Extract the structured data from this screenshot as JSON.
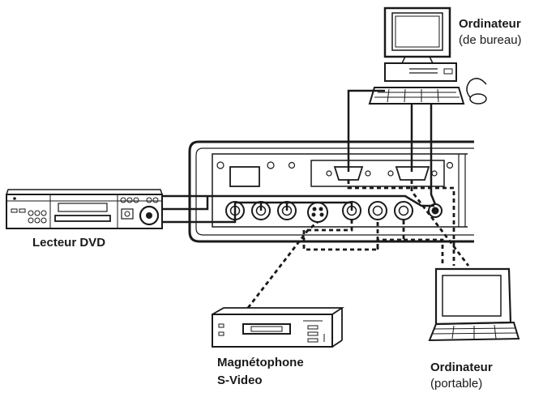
{
  "labels": {
    "desktop_title": "Ordinateur",
    "desktop_sub": "(de bureau)",
    "dvd": "Lecteur DVD",
    "vcr_line1": "Magnétophone",
    "vcr_line2": "S-Video",
    "laptop_title": "Ordinateur",
    "laptop_sub": "(portable)"
  }
}
